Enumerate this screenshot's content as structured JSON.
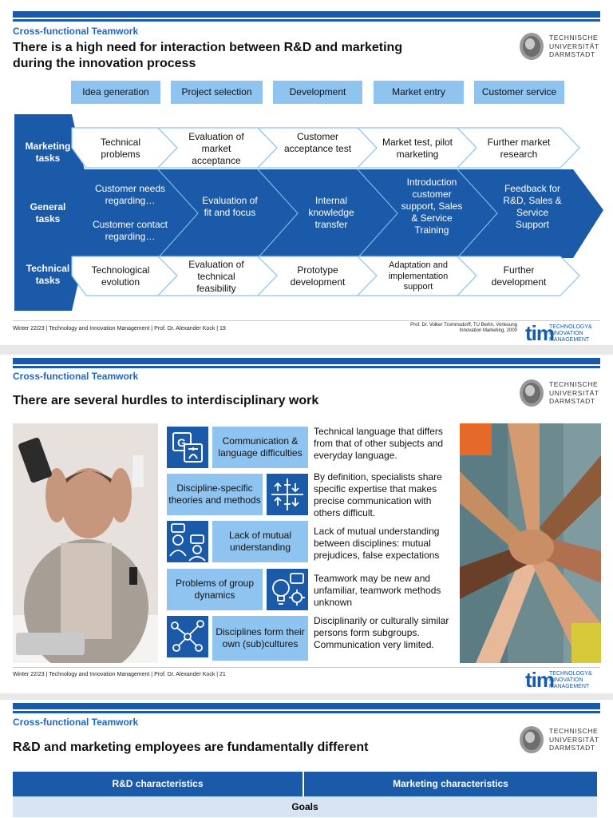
{
  "slide1": {
    "section": "Cross-functional Teamwork",
    "title_line1": "There is a high need for interaction between R&D and marketing",
    "title_line2": "during the innovation process",
    "phases": [
      "Idea generation",
      "Project selection",
      "Development",
      "Market entry",
      "Customer service"
    ],
    "rows": {
      "marketing": {
        "label": "Marketing tasks",
        "cells": [
          "Technical problems",
          "Evaluation of market acceptance",
          "Customer acceptance test",
          "Market test, pilot marketing",
          "Further market research"
        ]
      },
      "general": {
        "label": "General tasks",
        "cells": [
          "Customer needs regarding…",
          "Customer contact regarding…",
          "Evaluation of fit and focus",
          "Internal knowledge transfer",
          "Introduction customer support, Sales & Service Training",
          "Feedback for R&D, Sales & Service Support"
        ]
      },
      "technical": {
        "label": "Technical tasks",
        "cells": [
          "Technological evolution",
          "Evaluation of technical feasibility",
          "Prototype development",
          "Adaptation and implementation support",
          "Further development"
        ]
      }
    },
    "footer": "Winter 22/23 | Technology and Innovation Management | Prof. Dr. Alexander Kock | 19",
    "source_line1": "Prof. Dr. Volker Trommsdorff, TU Berlin, Vorlesung",
    "source_line2": "Innovation Marketing, 2000"
  },
  "slide2": {
    "section": "Cross-functional Teamwork",
    "title": "There are several hurdles to interdisciplinary work",
    "hurdles": [
      {
        "label": "Communication & language difficulties",
        "icon": "translate-icon",
        "desc": "Technical language that differs from that of other subjects and everyday language."
      },
      {
        "label": "Discipline-specific theories and methods",
        "icon": "arrows-grid-icon",
        "desc": "By definition, specialists share specific expertise that makes precise communication with others difficult."
      },
      {
        "label": "Lack of mutual understanding",
        "icon": "people-dialogue-icon",
        "desc": "Lack of mutual understanding between disciplines: mutual prejudices, false expectations"
      },
      {
        "label": "Problems of group dynamics",
        "icon": "lightbulb-gear-icon",
        "desc": "Teamwork may be new and unfamiliar, teamwork methods unknown"
      },
      {
        "label": "Disciplines form their own (sub)cultures",
        "icon": "network-icon",
        "desc": "Disciplinarily or culturally similar persons form subgroups. Communication very limited."
      }
    ],
    "footer": "Winter 22/23 | Technology and Innovation Management | Prof. Dr. Alexander Kock | 21"
  },
  "slide3": {
    "section": "Cross-functional Teamwork",
    "title": "R&D and marketing employees are fundamentally different",
    "col1": "R&D characteristics",
    "col2": "Marketing characteristics",
    "goals": "Goals"
  },
  "logos": {
    "tud_line1": "TECHNISCHE",
    "tud_line2": "UNIVERSITÄT",
    "tud_line3": "DARMSTADT",
    "tm_mark": "tim",
    "tm_line1": "TECHNOLOGY&",
    "tm_line2": "INNOVATION",
    "tm_line3": "MANAGEMENT"
  },
  "colors": {
    "primary_blue": "#1a5aa8",
    "light_blue": "#8fc3f0",
    "section_blue": "#1d67c8"
  }
}
